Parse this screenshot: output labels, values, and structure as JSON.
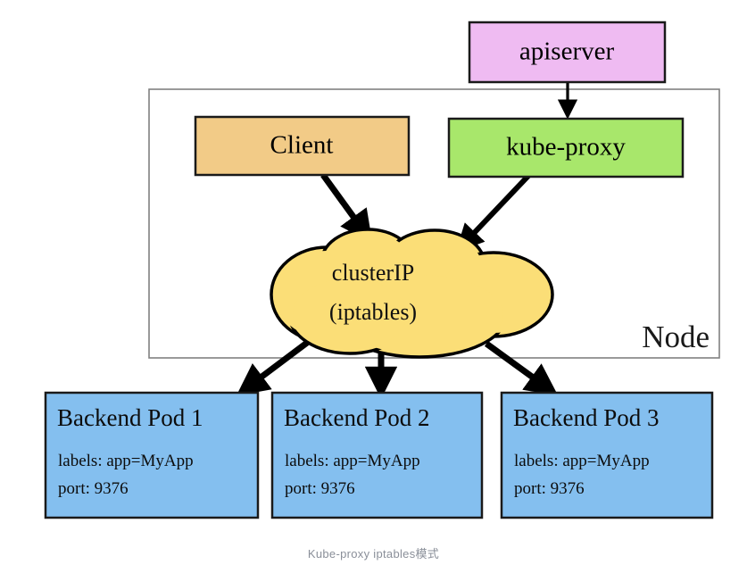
{
  "diagram": {
    "caption": "Kube-proxy iptables模式",
    "container": {
      "label": "Node",
      "border_color": "#808080",
      "fill": "#ffffff"
    },
    "nodes": {
      "apiserver": {
        "label": "apiserver",
        "fill": "#EFBBF2",
        "stroke": "#1a1a1a"
      },
      "client": {
        "label": "Client",
        "fill": "#F2CB87",
        "stroke": "#1a1a1a"
      },
      "kube_proxy": {
        "label": "kube-proxy",
        "fill": "#A8E76B",
        "stroke": "#1a1a1a"
      },
      "cluster_ip": {
        "label_line1": "clusterIP",
        "label_line2": "(iptables)",
        "fill": "#FBDE77",
        "stroke": "#000000"
      }
    },
    "pods": [
      {
        "title": "Backend Pod 1",
        "labels": "labels: app=MyApp",
        "port": "port: 9376",
        "fill": "#84BFEF",
        "stroke": "#1a1a1a"
      },
      {
        "title": "Backend Pod 2",
        "labels": "labels: app=MyApp",
        "port": "port: 9376",
        "fill": "#84BFEF",
        "stroke": "#1a1a1a"
      },
      {
        "title": "Backend Pod 3",
        "labels": "labels: app=MyApp",
        "port": "port: 9376",
        "fill": "#84BFEF",
        "stroke": "#1a1a1a"
      }
    ],
    "edges": [
      {
        "name": "apiserver-to-kube-proxy",
        "from": "apiserver",
        "to": "kube_proxy"
      },
      {
        "name": "client-to-clusterip",
        "from": "client",
        "to": "cluster_ip"
      },
      {
        "name": "kube-proxy-to-clusterip",
        "from": "kube_proxy",
        "to": "cluster_ip"
      },
      {
        "name": "clusterip-to-pod-1",
        "from": "cluster_ip",
        "to": "pod-1"
      },
      {
        "name": "clusterip-to-pod-2",
        "from": "cluster_ip",
        "to": "pod-2"
      },
      {
        "name": "clusterip-to-pod-3",
        "from": "cluster_ip",
        "to": "pod-3"
      }
    ]
  }
}
